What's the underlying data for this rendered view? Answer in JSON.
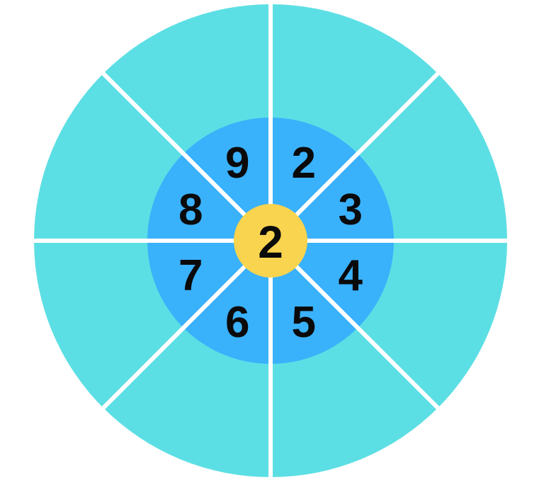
{
  "wheel": {
    "center_value": "2",
    "sector_values": [
      "2",
      "3",
      "4",
      "5",
      "6",
      "7",
      "8",
      "9"
    ],
    "sector_order": "clockwise-from-top-right",
    "colors": {
      "background": "#FFFFFF",
      "outer_ring": "#5CDFE4",
      "inner_ring": "#3AB1FB",
      "center_circle": "#F9D44F",
      "divider": "#FFFFFF",
      "number_text": "#0A0A0A"
    }
  }
}
